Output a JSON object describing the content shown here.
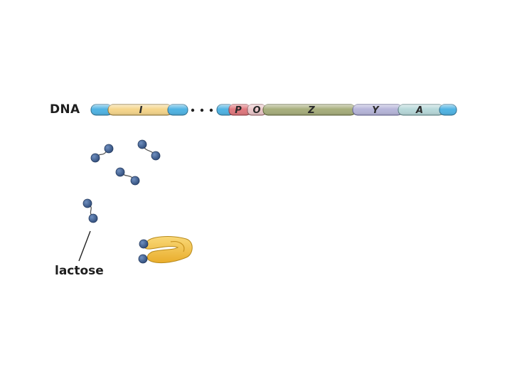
{
  "labels": {
    "dna": "DNA",
    "lactose": "lactose"
  },
  "genes": {
    "regulator": "I",
    "promoter": "P",
    "operator": "O",
    "z": "Z",
    "y": "Y",
    "a": "A"
  },
  "colors": {
    "dna_cap": "#4fb3e3",
    "regulator_gene": "#f5d58a",
    "promoter": "#e0777d",
    "operator": "#eac6c9",
    "z_gene": "#a6ad7b",
    "y_gene": "#b6b5d9",
    "a_gene": "#b7d8d9",
    "lactose_bead": "#3b5b8d",
    "repressor": "#f3c24a"
  },
  "icons": [
    "lactose-molecule",
    "repressor-protein"
  ]
}
